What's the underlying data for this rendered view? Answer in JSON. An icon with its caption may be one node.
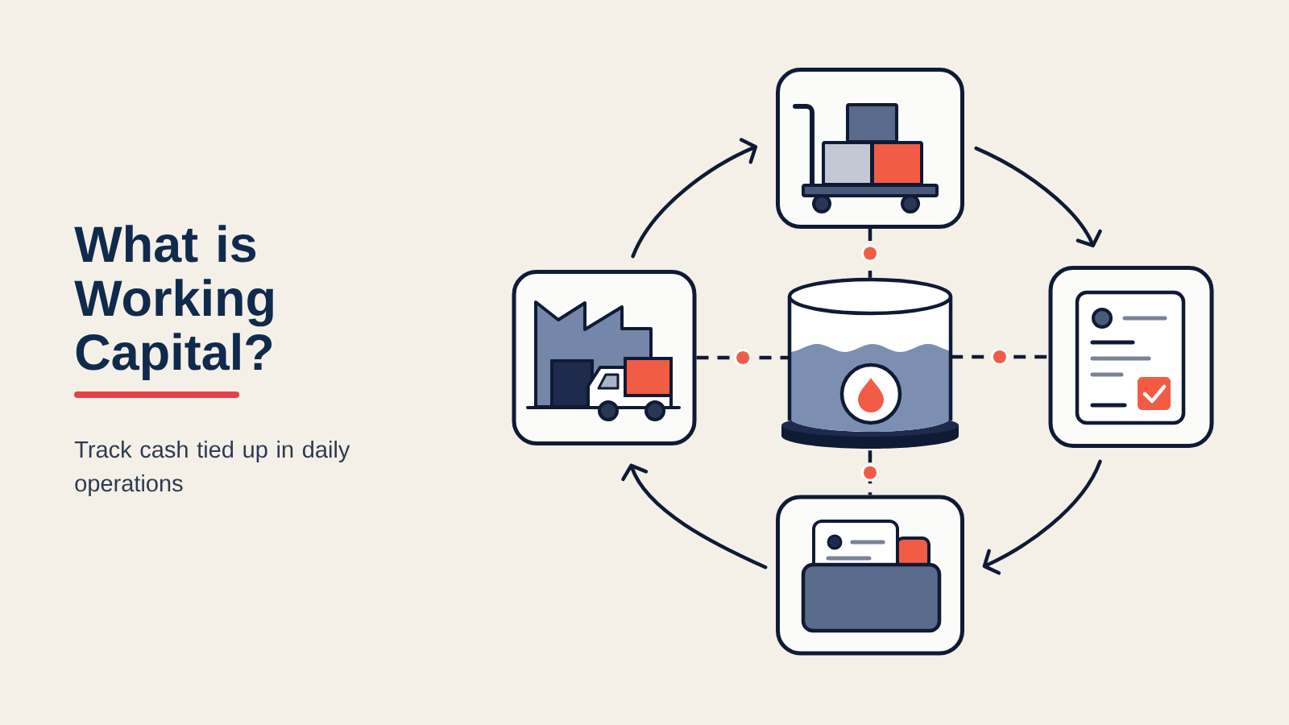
{
  "diagram": {
    "title": "What is Working Capital?",
    "nodes": [
      {
        "text": [],
        "shape": "picture"
      },
      {
        "text": [],
        "shape": "picture"
      },
      {
        "text": [],
        "shape": "cylinder"
      },
      {
        "text": [],
        "shape": "picture"
      },
      {
        "text": [],
        "shape": "picture"
      }
    ],
    "edges": [
      {
        "from": 1,
        "to": 0,
        "arrow": "to"
      },
      {
        "from": 0,
        "to": 3,
        "arrow": "to"
      },
      {
        "from": 3,
        "to": 4,
        "arrow": "to"
      },
      {
        "from": 4,
        "to": 1,
        "arrow": "to"
      },
      {
        "from": 0,
        "to": 2,
        "arrow": "none",
        "style": "dashed"
      },
      {
        "from": 1,
        "to": 2,
        "arrow": "none",
        "style": "dashed"
      },
      {
        "from": 2,
        "to": 3,
        "arrow": "none",
        "style": "dashed"
      },
      {
        "from": 2,
        "to": 4,
        "arrow": "none",
        "style": "dashed"
      }
    ],
    "labels": [
      "Track cash tied up in daily operations"
    ]
  }
}
